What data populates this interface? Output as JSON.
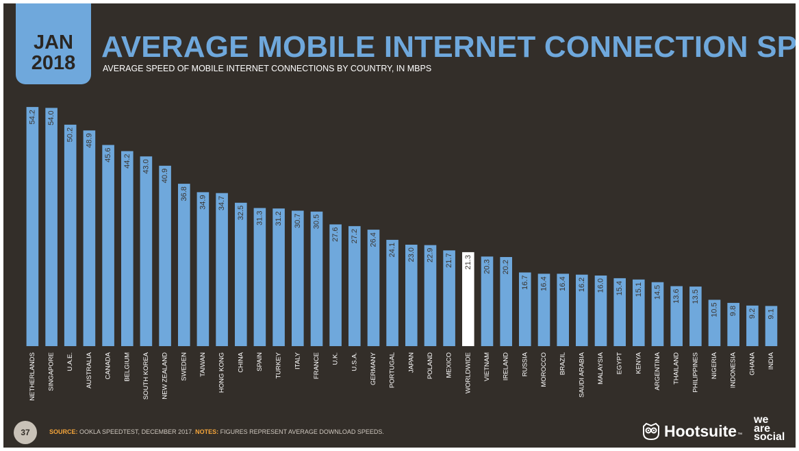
{
  "header": {
    "date_month": "JAN",
    "date_year": "2018",
    "title": "AVERAGE MOBILE INTERNET CONNECTION SPEEDS",
    "subtitle": "AVERAGE SPEED OF MOBILE INTERNET CONNECTIONS BY COUNTRY, IN MBPS"
  },
  "footer": {
    "page_number": "37",
    "source_label": "SOURCE:",
    "source_text": "OOKLA SPEEDTEST, DECEMBER 2017.",
    "notes_label": "NOTES:",
    "notes_text": "FIGURES REPRESENT AVERAGE DOWNLOAD SPEEDS.",
    "hootsuite_logo": "Hootsuite",
    "hootsuite_tm": "™",
    "was_logo_line1": "we",
    "was_logo_line2": "are",
    "was_logo_line3": "social"
  },
  "colors": {
    "background": "#332e29",
    "bar": "#6fa8dc",
    "highlight_bar": "#ffffff",
    "accent": "#f5a53a"
  },
  "icons": {
    "brand_mark": "owl-icon"
  },
  "chart_data": {
    "type": "bar",
    "title": "AVERAGE MOBILE INTERNET CONNECTION SPEEDS",
    "subtitle": "AVERAGE SPEED OF MOBILE INTERNET CONNECTIONS BY COUNTRY, IN MBPS",
    "xlabel": "",
    "ylabel": "",
    "ylim": [
      0,
      55
    ],
    "grid": false,
    "legend": "none",
    "highlight_category": "WORLDWIDE",
    "categories": [
      "NETHERLANDS",
      "SINGAPORE",
      "U.A.E.",
      "AUSTRALIA",
      "CANADA",
      "BELGIUM",
      "SOUTH KOREA",
      "NEW ZEALAND",
      "SWEDEN",
      "TAIWAN",
      "HONG KONG",
      "CHINA",
      "SPAIN",
      "TURKEY",
      "ITALY",
      "FRANCE",
      "U.K.",
      "U.S.A.",
      "GERMANY",
      "PORTUGAL",
      "JAPAN",
      "POLAND",
      "MEXICO",
      "WORLDWIDE",
      "VIETNAM",
      "IRELAND",
      "RUSSIA",
      "MOROCCO",
      "BRAZIL",
      "SAUDI ARABIA",
      "MALAYSIA",
      "EGYPT",
      "KENYA",
      "ARGENTINA",
      "THAILAND",
      "PHILIPPINES",
      "NIGERIA",
      "INDONESIA",
      "GHANA",
      "INDIA"
    ],
    "values": [
      54.2,
      54.0,
      50.2,
      48.9,
      45.6,
      44.2,
      43.0,
      40.9,
      36.8,
      34.9,
      34.7,
      32.5,
      31.3,
      31.2,
      30.7,
      30.5,
      27.6,
      27.2,
      26.4,
      24.1,
      23.0,
      22.9,
      21.7,
      21.3,
      20.3,
      20.2,
      16.7,
      16.4,
      16.4,
      16.2,
      16.0,
      15.4,
      15.1,
      14.5,
      13.6,
      13.5,
      10.5,
      9.8,
      9.2,
      9.1
    ],
    "labels": [
      "54.2",
      "54.0",
      "50.2",
      "48.9",
      "45.6",
      "44.2",
      "43.0",
      "40.9",
      "36.8",
      "34.9",
      "34.7",
      "32.5",
      "31.3",
      "31.2",
      "30.7",
      "30.5",
      "27.6",
      "27.2",
      "26.4",
      "24.1",
      "23.0",
      "22.9",
      "21.7",
      "21.3",
      "20.3",
      "20.2",
      "16.7",
      "16.4",
      "16.4",
      "16.2",
      "16.0",
      "15.4",
      "15.1",
      "14.5",
      "13.6",
      "13.5",
      "10.5",
      "9.8",
      "9.2",
      "9.1"
    ]
  }
}
